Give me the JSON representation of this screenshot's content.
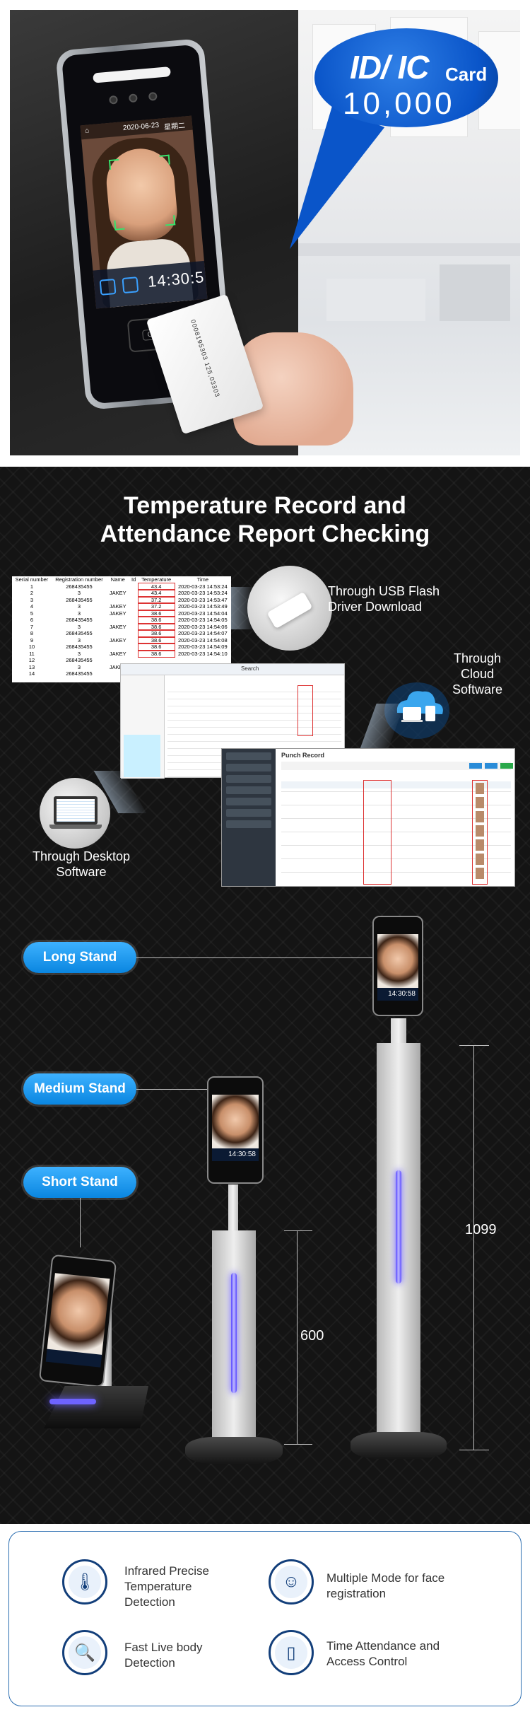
{
  "hero": {
    "badge_main": "ID/ IC",
    "badge_sub": "Card",
    "badge_count": "10,000",
    "device_date": "2020-06-23",
    "device_weekday": "星期二",
    "device_time": "14:30:5",
    "reader_label": "Card",
    "card_number": "0008195303 125,03303"
  },
  "records": {
    "heading_line1": "Temperature Record and",
    "heading_line2": "Attendance Report Checking",
    "table": {
      "columns": [
        "Serial number",
        "Registration number",
        "Name",
        "Id",
        "Temperature",
        "Time"
      ],
      "rows": [
        [
          "1",
          "268435455",
          "",
          "",
          "43.4",
          "2020-03-23 14:53:24"
        ],
        [
          "2",
          "3",
          "JAKEY",
          "",
          "43.4",
          "2020-03-23 14:53:24"
        ],
        [
          "3",
          "268435455",
          "",
          "",
          "37.2",
          "2020-03-23 14:53:47"
        ],
        [
          "4",
          "3",
          "JAKEY",
          "",
          "37.2",
          "2020-03-23 14:53:49"
        ],
        [
          "5",
          "3",
          "JAKEY",
          "",
          "38.6",
          "2020-03-23 14:54:04"
        ],
        [
          "6",
          "268435455",
          "",
          "",
          "38.6",
          "2020-03-23 14:54:05"
        ],
        [
          "7",
          "3",
          "JAKEY",
          "",
          "38.6",
          "2020-03-23 14:54:06"
        ],
        [
          "8",
          "268435455",
          "",
          "",
          "38.6",
          "2020-03-23 14:54:07"
        ],
        [
          "9",
          "3",
          "JAKEY",
          "",
          "38.6",
          "2020-03-23 14:54:08"
        ],
        [
          "10",
          "268435455",
          "",
          "",
          "38.6",
          "2020-03-23 14:54:09"
        ],
        [
          "11",
          "3",
          "JAKEY",
          "",
          "38.6",
          "2020-03-23 14:54:10"
        ],
        [
          "12",
          "268435455",
          "",
          "",
          "",
          ""
        ],
        [
          "13",
          "3",
          "JAKEY",
          "",
          "",
          ""
        ],
        [
          "14",
          "268435455",
          "",
          "",
          "",
          ""
        ]
      ]
    },
    "usb_label_line1": "Through USB Flash",
    "usb_label_line2": "Driver Download",
    "cloud_label_line1": "Through",
    "cloud_label_line2": "Cloud",
    "cloud_label_line3": "Software",
    "desktop_label_line1": "Through Desktop",
    "desktop_label_line2": "Software",
    "search_button": "Search",
    "cloud_page_title": "Punch Record"
  },
  "stands": {
    "long": "Long Stand",
    "medium": "Medium Stand",
    "short": "Short Stand",
    "device_time": "14:30:58",
    "dim_tall": "1099",
    "dim_mid": "600"
  },
  "features": [
    {
      "icon": "thermometer-icon",
      "line1": "Infrared Precise",
      "line2": "Temperature",
      "line3": "Detection"
    },
    {
      "icon": "face-scan-icon",
      "line1": "Multiple Mode for face",
      "line2": "registration",
      "line3": ""
    },
    {
      "icon": "magnifier-person-icon",
      "line1": "Fast Live body",
      "line2": "Detection",
      "line3": ""
    },
    {
      "icon": "door-access-icon",
      "line1": "Time Attendance and",
      "line2": "Access Control",
      "line3": ""
    }
  ],
  "colors": {
    "accent_blue": "#0a86e0",
    "bubble_blue": "#0a55c9",
    "feature_border": "#2a6db0",
    "feature_icon": "#123e7a",
    "stand_glow": "#6b5cff"
  }
}
